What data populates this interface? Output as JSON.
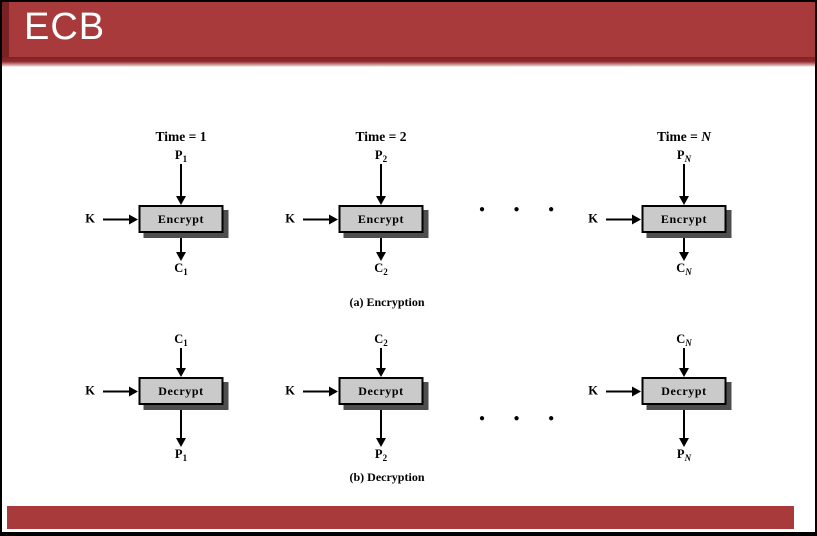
{
  "slide": {
    "title": "ECB"
  },
  "colors": {
    "header_red": "#a83a3c",
    "header_accent_dark": "#7a2124",
    "footer_red": "#a83a3c",
    "box_fill": "#cacaca",
    "box_shadow": "#4e4e4e"
  },
  "figure": {
    "encryption": {
      "caption": "(a) Encryption",
      "dots": "● ● ●",
      "blocks": [
        {
          "time_prefix": "Time = ",
          "time_value": "1",
          "key_label": "K",
          "box_label": "Encrypt",
          "input_base": "P",
          "input_sub": "1",
          "output_base": "C",
          "output_sub": "1"
        },
        {
          "time_prefix": "Time = ",
          "time_value": "2",
          "key_label": "K",
          "box_label": "Encrypt",
          "input_base": "P",
          "input_sub": "2",
          "output_base": "C",
          "output_sub": "2"
        },
        {
          "time_prefix": "Time = ",
          "time_value": "N",
          "key_label": "K",
          "box_label": "Encrypt",
          "input_base": "P",
          "input_sub": "N",
          "output_base": "C",
          "output_sub": "N"
        }
      ]
    },
    "decryption": {
      "caption": "(b) Decryption",
      "dots": "● ● ●",
      "blocks": [
        {
          "key_label": "K",
          "box_label": "Decrypt",
          "input_base": "C",
          "input_sub": "1",
          "output_base": "P",
          "output_sub": "1"
        },
        {
          "key_label": "K",
          "box_label": "Decrypt",
          "input_base": "C",
          "input_sub": "2",
          "output_base": "P",
          "output_sub": "2"
        },
        {
          "key_label": "K",
          "box_label": "Decrypt",
          "input_base": "C",
          "input_sub": "N",
          "output_base": "P",
          "output_sub": "N"
        }
      ]
    }
  }
}
